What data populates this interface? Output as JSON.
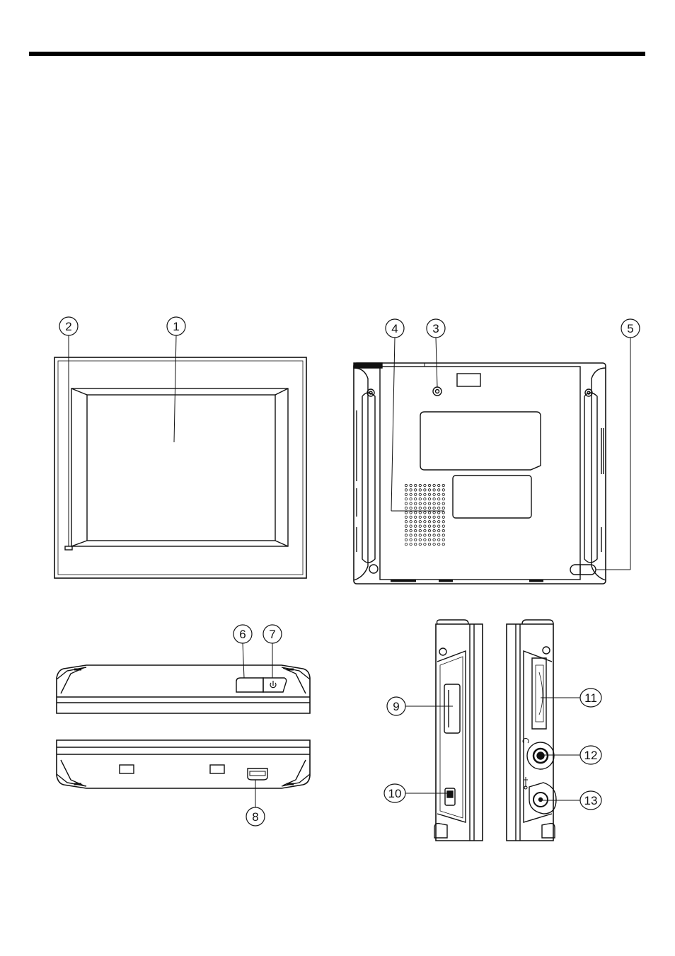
{
  "callouts": [
    {
      "id": "1",
      "label": "1"
    },
    {
      "id": "2",
      "label": "2"
    },
    {
      "id": "3",
      "label": "3"
    },
    {
      "id": "4",
      "label": "4"
    },
    {
      "id": "5",
      "label": "5"
    },
    {
      "id": "6",
      "label": "6"
    },
    {
      "id": "7",
      "label": "7"
    },
    {
      "id": "8",
      "label": "8"
    },
    {
      "id": "9",
      "label": "9"
    },
    {
      "id": "10",
      "label": "10"
    },
    {
      "id": "11",
      "label": "11"
    },
    {
      "id": "12",
      "label": "12"
    },
    {
      "id": "13",
      "label": "13"
    }
  ],
  "icons": {
    "power_button": "power-icon",
    "headphone_jack": "headphone-icon",
    "usb_port": "usb-icon"
  },
  "colors": {
    "line": "#111111",
    "background": "#ffffff"
  }
}
